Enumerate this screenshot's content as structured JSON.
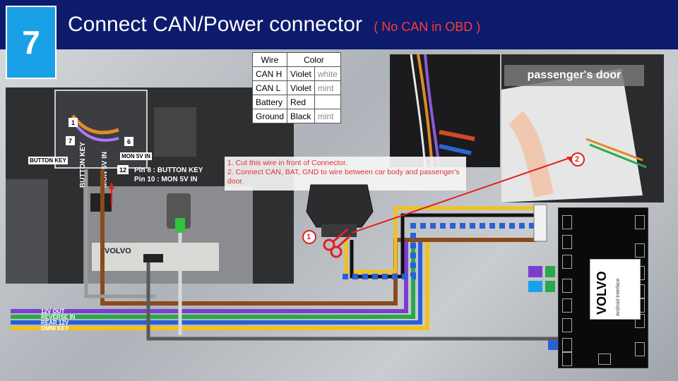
{
  "header": {
    "step": "7",
    "title": "Connect CAN/Power connector",
    "subtitle": "( No CAN in OBD )"
  },
  "wire_table": {
    "columns": [
      "Wire",
      "Color"
    ],
    "rows": [
      {
        "wire": "CAN H",
        "color": "Violet",
        "stripe": "white"
      },
      {
        "wire": "CAN L",
        "color": "Violet",
        "stripe": "mint"
      },
      {
        "wire": "Battery",
        "color": "Red",
        "stripe": ""
      },
      {
        "wire": "Ground",
        "color": "Black",
        "stripe": "mint"
      }
    ]
  },
  "note": {
    "line1": "1. Cut this wire in front of Connector.",
    "line2": "2. Connect CAN, BAT, GND to wire between car body and passenger's door."
  },
  "door_label": "passenger's door",
  "markers": {
    "one": "1",
    "two": "2"
  },
  "photo_labels": {
    "n1": "1",
    "n7": "7",
    "n6": "6",
    "n12": "12",
    "button_key": "BUTTON KEY",
    "button_key_v": "BUTTON KEY",
    "mon_5v_in_v": "MON 5V IN",
    "mon_5v_in": "MON 5V IN",
    "pin8": "Pin 8 :    BUTTON KEY",
    "pin10": "Pin 10 :   MON 5V IN",
    "brand": "VOLVO"
  },
  "bus_labels": {
    "v12_out": "12V OUT",
    "reverse_in": "REVERSE IN",
    "rear_12v": "REAR 12V",
    "omni_key": "OMNI KEY"
  },
  "module": {
    "brand": "VOLVO",
    "subtitle": "Android Interface"
  },
  "colors": {
    "header_bg": "#0c1b6b",
    "step_bg": "#1aa0e6",
    "violet": "#7b3fd0",
    "green": "#2aa84a",
    "blue": "#2b5fd8",
    "yellow": "#f2c21b",
    "brown": "#8b4a1c",
    "red": "#e02020"
  }
}
